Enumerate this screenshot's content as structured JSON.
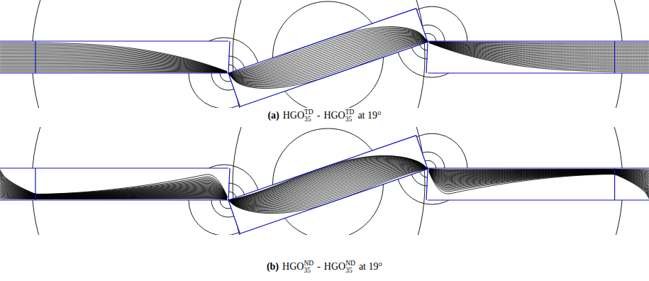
{
  "diagram": {
    "labels": [
      "(a)",
      "HGO",
      "TD",
      "35",
      "-",
      "HGO",
      "TD",
      "35",
      "at 19°",
      "(b)",
      "HGO",
      "ND",
      "35",
      "-",
      "HGO",
      "ND",
      "35",
      "at 19°"
    ]
  }
}
